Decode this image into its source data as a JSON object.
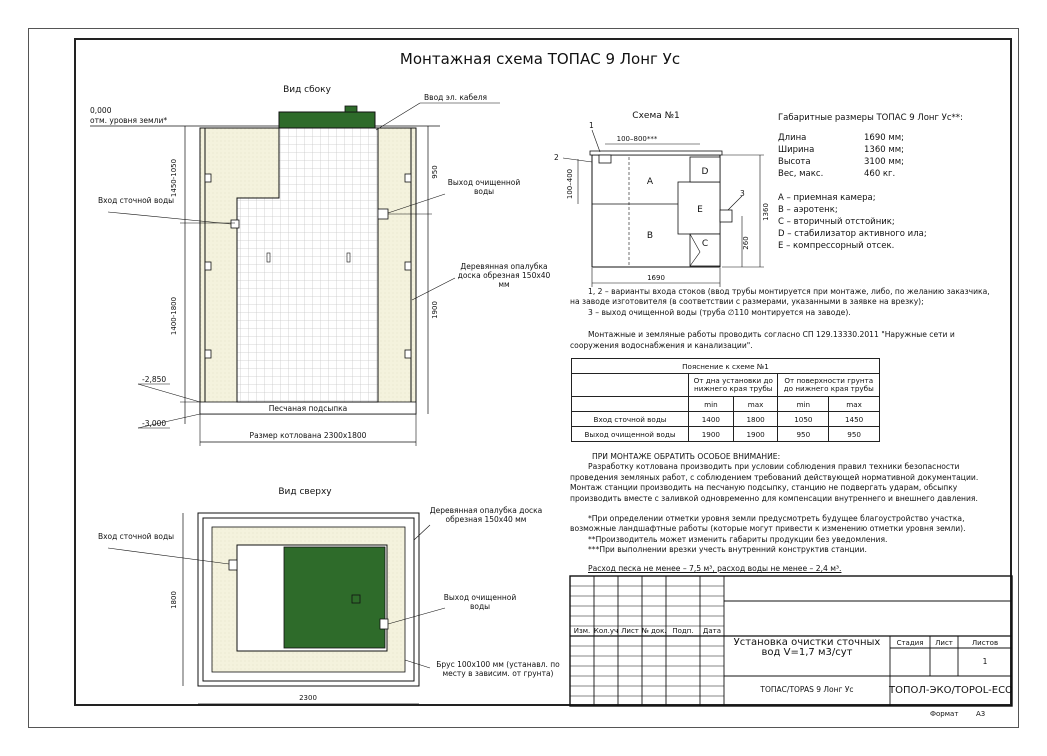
{
  "title": "Монтажная схема ТОПАС 9 Лонг Ус",
  "side_view": {
    "heading": "Вид сбоку",
    "ground_level": "0,000",
    "ground_label": "отм. уровня земли*",
    "cable_inlet": "Ввод эл. кабеля",
    "dim_top_left": "1450-1050",
    "dim_950": "950",
    "dim_left_bottom": "1400-1800",
    "dim_1900": "1900",
    "inlet": "Вход сточной воды",
    "outlet": "Выход очищенной воды",
    "formwork": "Деревянная опалубка доска обрезная 150х40 мм",
    "level_2850": "-2,850",
    "level_3000": "-3,000",
    "sand": "Песчаная подсыпка",
    "pit_size": "Размер котлована 2300х1800"
  },
  "top_view": {
    "heading": "Вид сверху",
    "formwork": "Деревянная опалубка доска обрезная 150х40 мм",
    "inlet": "Вход сточной воды",
    "outlet": "Выход очищенной воды",
    "beam": "Брус 100х100 мм (устанавл. по месту в зависим. от грунта)",
    "dim_1800": "1800",
    "dim_2300": "2300"
  },
  "scheme1": {
    "heading": "Схема №1",
    "dim_100_800": "100–800***",
    "dim_100_400": "100–400",
    "dim_1360": "1360",
    "dim_260": "260",
    "dim_1690": "1690",
    "n1": "1",
    "n2": "2",
    "n3": "3",
    "A": "A",
    "B": "B",
    "C": "C",
    "D": "D",
    "E": "E"
  },
  "dimensions": {
    "heading": "Габаритные размеры ТОПАС 9 Лонг Ус**:",
    "rows": [
      {
        "k": "Длина",
        "v": "1690 мм;"
      },
      {
        "k": "Ширина",
        "v": "1360 мм;"
      },
      {
        "k": "Высота",
        "v": "3100 мм;"
      },
      {
        "k": "Вес, макс.",
        "v": "460 кг."
      }
    ]
  },
  "legend": [
    "A – приемная камера;",
    "B – аэротенк;",
    "C – вторичный отстойник;",
    "D – стабилизатор активного ила;",
    "E – компрессорный отсек."
  ],
  "notes": {
    "n1": "1, 2 – варианты входа  стоков (ввод трубы монтируется при монтаже, либо, по желанию заказчика, на заводе изготовителя (в соответствии с размерами, указанными в заявке на врезку);",
    "n2": "3 – выход очищенной воды (труба ∅110 монтируется на заводе).",
    "n3": "Монтажные и земляные работы проводить согласно СП 129.13330.2011 \"Наружные сети и сооружения водоснабжения и канализации\"."
  },
  "table": {
    "title": "Пояснение к схеме №1",
    "col1": "От дна установки до нижнего края трубы",
    "col2": "От поверхности грунта до нижнего края трубы",
    "min": "min",
    "max": "max",
    "rows": [
      {
        "name": "Вход сточной воды",
        "a": "1400",
        "b": "1800",
        "c": "1050",
        "d": "1450"
      },
      {
        "name": "Выход очищенной воды",
        "a": "1900",
        "b": "1900",
        "c": "950",
        "d": "950"
      }
    ]
  },
  "attention": {
    "heading": "ПРИ МОНТАЖЕ ОБРАТИТЬ ОСОБОЕ ВНИМАНИЕ:",
    "p1": "Разработку котлована производить при условии соблюдения правил техники безопасности проведения земляных работ, с соблюдением требований действующей нормативной документации. Монтаж станции производить на песчаную подсыпку, станцию не подвергать ударам, обсыпку производить вместе с заливкой одновременно для компенсации внутреннего и внешнего давления.",
    "p2": "*При определении отметки уровня земли предусмотреть будущее благоустройство участка, возможные ландшафтные работы (которые могут привести к изменению отметки уровня земли).",
    "p3": "**Производитель может изменить габариты продукции без уведомления.",
    "p4": "***При выполнении врезки учесть внутренний конструктив станции.",
    "p5": "Расход песка не менее – 7,5 м³, расход воды не менее – 2,4 м³."
  },
  "stamp": {
    "cols": [
      "Изм.",
      "Кол.уч",
      "Лист",
      "№ док.",
      "Подп.",
      "Дата"
    ],
    "product": "Установка очистки сточных вод V=1,7 м3/сут",
    "stage": "Стадия",
    "sheet": "Лист",
    "sheets": "Листов",
    "sheets_val": "1",
    "model": "ТОПАС/TOPAS 9 Лонг Ус",
    "company": "ТОПОЛ-ЭКО/TOPOL-ECO",
    "format_lbl": "Формат",
    "format_val": "А3"
  },
  "colors": {
    "tank_green": "#2e6b2a",
    "sand": "#f3f1dc",
    "grid": "#d7d7d7"
  }
}
